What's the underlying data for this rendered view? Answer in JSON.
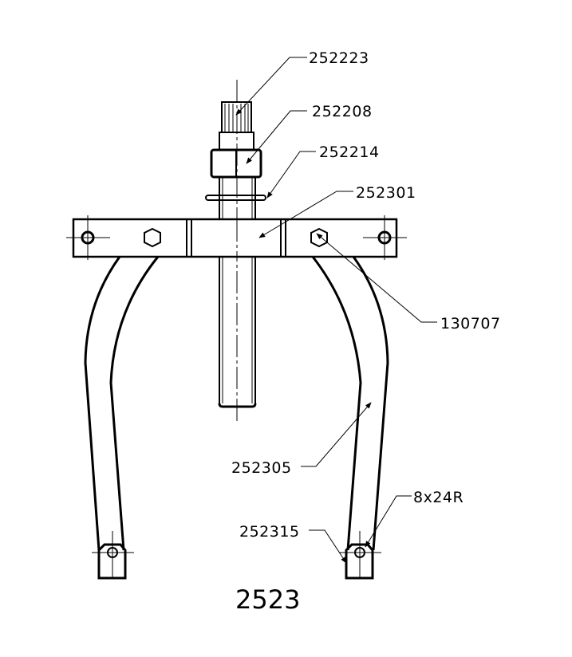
{
  "drawing": {
    "title": "2523",
    "description": "Two-jaw gear puller assembly drawing",
    "callouts": [
      {
        "id": "spindle-head",
        "label": "252223"
      },
      {
        "id": "nut",
        "label": "252208"
      },
      {
        "id": "washer",
        "label": "252214"
      },
      {
        "id": "crossbar",
        "label": "252301"
      },
      {
        "id": "crossbar-bolt",
        "label": "130707"
      },
      {
        "id": "leg",
        "label": "252305"
      },
      {
        "id": "jaw-tip",
        "label": "252315"
      },
      {
        "id": "pin",
        "label": "8x24R"
      }
    ]
  }
}
